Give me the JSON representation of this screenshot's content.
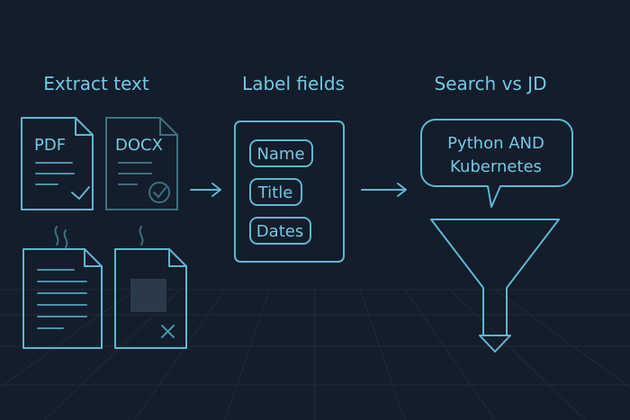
{
  "steps": {
    "extract": {
      "title": "Extract text"
    },
    "label": {
      "title": "Label fields"
    },
    "search": {
      "title": "Search vs JD"
    }
  },
  "documents": {
    "pdf_label": "PDF",
    "docx_label": "DOCX"
  },
  "fields": [
    "Name",
    "Title",
    "Dates"
  ],
  "query": {
    "line1": "Python AND",
    "line2": "Kubernetes"
  },
  "colors": {
    "background": "#141d2b",
    "accent": "#5fb6d1",
    "text": "#73c8e3"
  },
  "icons": [
    "document-check-icon",
    "document-failed-icon",
    "arrow-right-icon",
    "speech-bubble-icon",
    "funnel-icon",
    "arrow-down-icon",
    "steam-icon"
  ]
}
